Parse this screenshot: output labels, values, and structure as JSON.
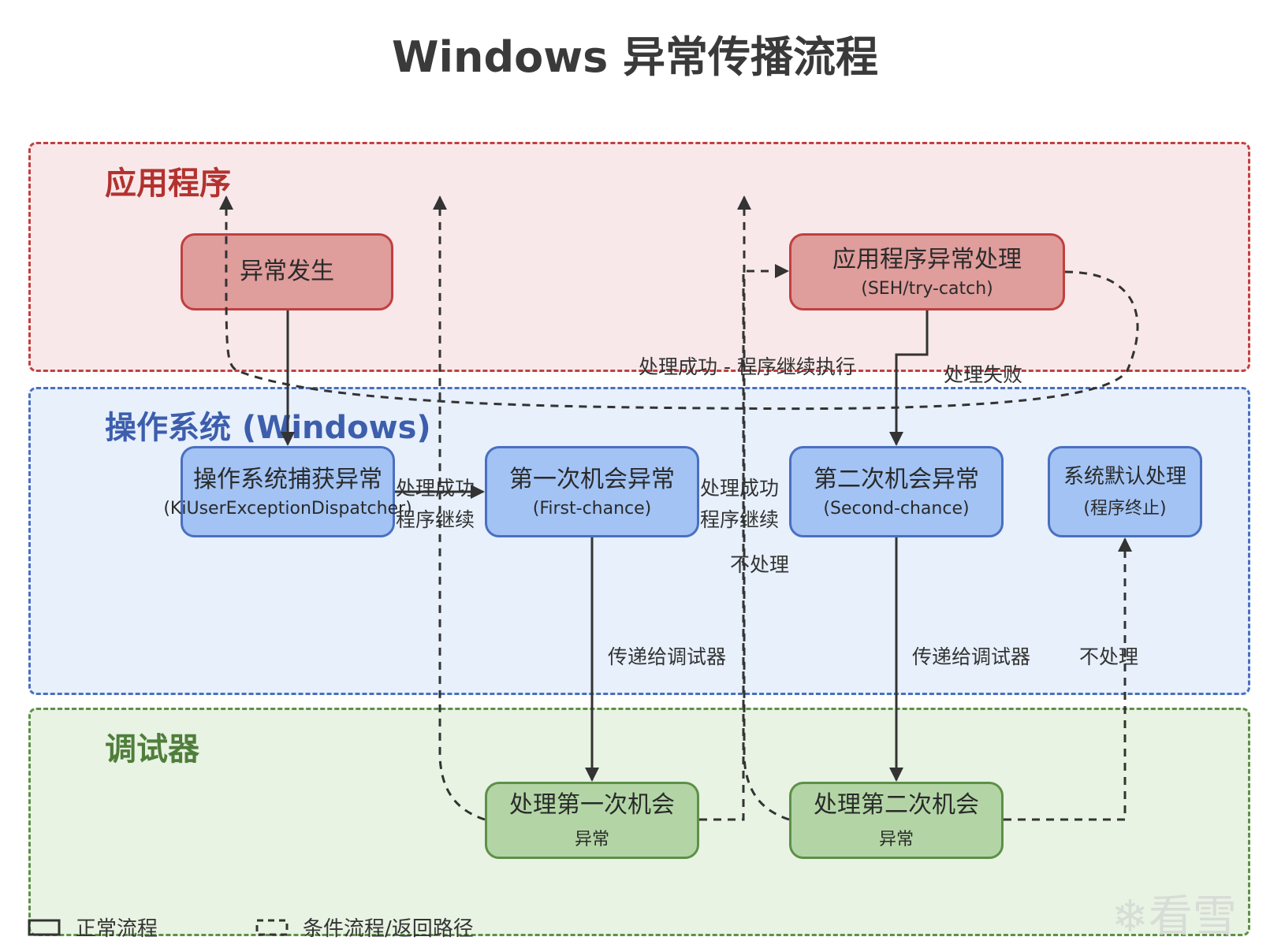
{
  "title": "Windows 异常传播流程",
  "zones": {
    "app": "应用程序",
    "os": "操作系统 (Windows)",
    "debugger": "调试器"
  },
  "nodes": {
    "exception_occurs": {
      "title": "异常发生"
    },
    "app_handler": {
      "title": "应用程序异常处理",
      "subtitle": "(SEH/try-catch)"
    },
    "os_capture": {
      "title": "操作系统捕获异常",
      "subtitle": "(KiUserExceptionDispatcher)"
    },
    "first_chance": {
      "title": "第一次机会异常",
      "subtitle": "(First-chance)"
    },
    "second_chance": {
      "title": "第二次机会异常",
      "subtitle": "(Second-chance)"
    },
    "default_handler": {
      "title": "系统默认处理",
      "subtitle": "(程序终止)"
    },
    "dbg_first": {
      "title": "处理第一次机会",
      "subtitle": "异常"
    },
    "dbg_second": {
      "title": "处理第二次机会",
      "subtitle": "异常"
    }
  },
  "edge_labels": {
    "success_continue": "处理成功 - 程序继续执行",
    "handle_fail": "处理失败",
    "success_1a": "处理成功",
    "continue_1b": "程序继续",
    "success_2a": "处理成功",
    "continue_2b": "程序继续",
    "not_handled_1": "不处理",
    "pass_debugger_1": "传递给调试器",
    "pass_debugger_2": "传递给调试器",
    "not_handled_2": "不处理"
  },
  "legend": {
    "solid": "正常流程",
    "dashed": "条件流程/返回路径"
  },
  "watermark": "看雪",
  "colors": {
    "app_zone": "#f9e8ea",
    "app_border": "#c0403f",
    "os_zone": "#e7f0fb",
    "os_border": "#4a6fc1",
    "debugger_zone": "#e8f3e3",
    "debugger_border": "#5d9048",
    "app_title": "#b2322f",
    "os_title": "#3d5ead",
    "debugger_title": "#4f7e3b"
  }
}
